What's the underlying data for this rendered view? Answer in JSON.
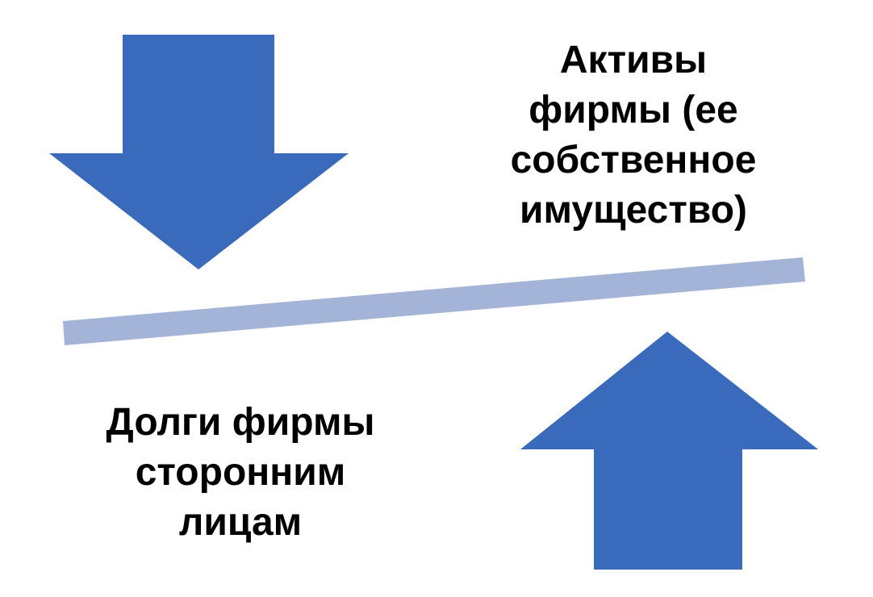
{
  "colors": {
    "arrow": "#3a6abb",
    "beam": "#a4b3d8",
    "text": "#000000",
    "background": "#ffffff"
  },
  "assets_label": {
    "lines": [
      "Активы",
      "фирмы (ее",
      "собственное",
      "имущество)"
    ]
  },
  "debts_label": {
    "lines": [
      "Долги фирмы",
      "сторонним",
      "лицам"
    ]
  },
  "shapes": {
    "down_arrow": "arrow-down",
    "up_arrow": "arrow-up",
    "beam": "balance-beam"
  }
}
